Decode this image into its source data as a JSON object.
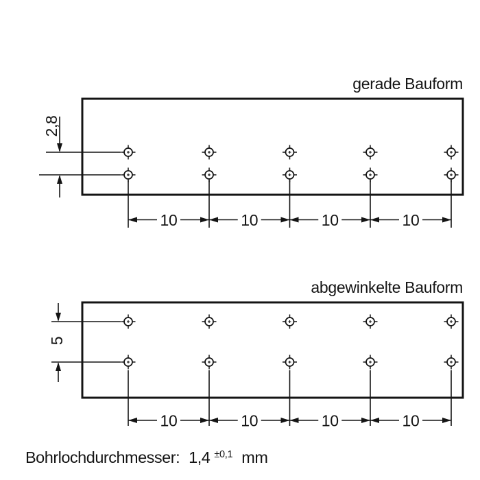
{
  "page": {
    "background_color": "#ffffff",
    "line_color": "#141414"
  },
  "diagrams": [
    {
      "title": "gerade Bauform",
      "vertical_dimension": "2,8",
      "pitch_dimensions": [
        "10",
        "10",
        "10",
        "10"
      ],
      "holes": {
        "rows": 2,
        "columns": 5
      }
    },
    {
      "title": "abgewinkelte Bauform",
      "vertical_dimension": "5",
      "pitch_dimensions": [
        "10",
        "10",
        "10",
        "10"
      ],
      "holes": {
        "rows": 2,
        "columns": 5
      }
    }
  ],
  "footer": {
    "label": "Bohrlochdurchmesser:",
    "value": "1,4",
    "tolerance": "±0,1",
    "unit": "mm"
  }
}
